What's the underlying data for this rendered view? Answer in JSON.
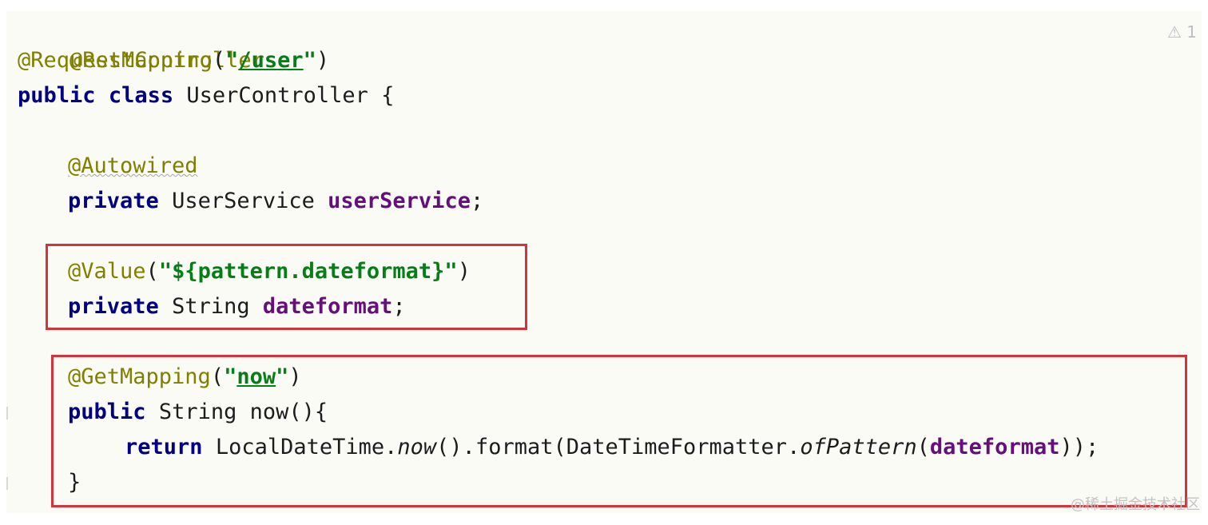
{
  "editor": {
    "background": "#fbfbf6",
    "highlight_color": "#d3343b",
    "warning_icon": "warning-triangle-icon",
    "warning_count": "1"
  },
  "code": {
    "l1": {
      "annotation": "@RestController"
    },
    "l2": {
      "annotation": "@RequestMapping",
      "open": "(",
      "q1": "\"",
      "path": "/user",
      "q2": "\"",
      "close": ")"
    },
    "l3": {
      "kw1": "public",
      "kw2": "class",
      "name": "UserController",
      "brace": "{"
    },
    "l5": {
      "annotation": "@Autowired"
    },
    "l6": {
      "kw": "private",
      "type": "UserService",
      "field": "userService",
      "semi": ";"
    },
    "l8": {
      "annotation": "@Value",
      "open": "(",
      "value": "\"${pattern.dateformat}\"",
      "close": ")"
    },
    "l9": {
      "kw": "private",
      "type": "String",
      "field": "dateformat",
      "semi": ";"
    },
    "l11": {
      "annotation": "@GetMapping",
      "open": "(",
      "q1": "\"",
      "path": "now",
      "q2": "\"",
      "close": ")"
    },
    "l12": {
      "kw": "public",
      "type": "String",
      "sig": "now(){"
    },
    "l13": {
      "kw": "return",
      "part1": "LocalDateTime.",
      "m1": "now",
      "part2": "().format(DateTimeFormatter.",
      "m2": "ofPattern",
      "part3": "(",
      "arg": "dateformat",
      "part4": "));"
    },
    "l14": {
      "brace": "}"
    }
  },
  "watermark": "@稀土掘金技术社区"
}
